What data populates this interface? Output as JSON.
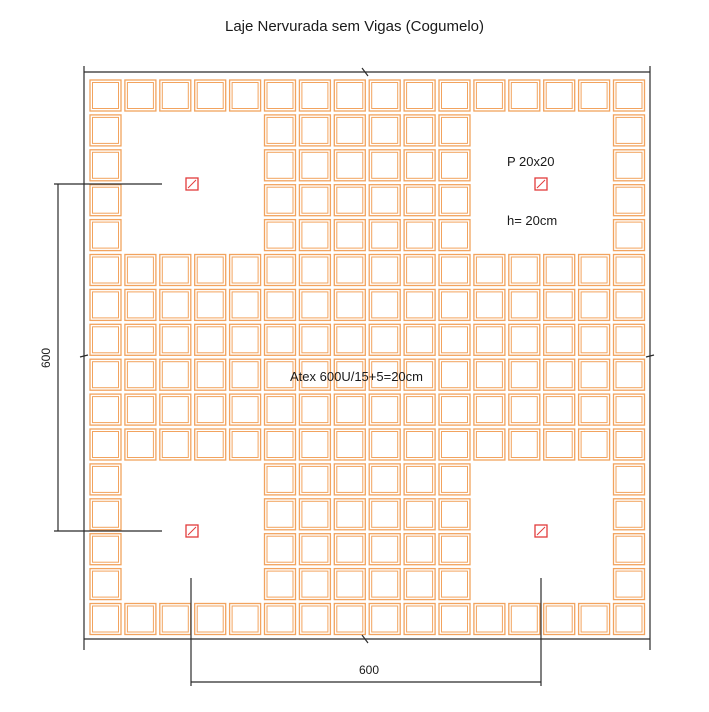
{
  "title": "Laje Nervurada sem Vigas (Cogumelo)",
  "labels": {
    "pillar": "P 20x20",
    "height": "h= 20cm",
    "slab_spec": "Atex 600U/15+5=20cm"
  },
  "dimensions": {
    "vertical": "600",
    "horizontal": "600"
  },
  "grid": {
    "columns": 16,
    "rows": 16,
    "solid_zones": [
      {
        "name": "top-left",
        "cols": [
          1,
          4
        ],
        "rows": [
          1,
          4
        ]
      },
      {
        "name": "top-right",
        "cols": [
          11,
          14
        ],
        "rows": [
          1,
          4
        ]
      },
      {
        "name": "bottom-left",
        "cols": [
          1,
          4
        ],
        "rows": [
          11,
          14
        ]
      },
      {
        "name": "bottom-right",
        "cols": [
          11,
          14
        ],
        "rows": [
          11,
          14
        ]
      }
    ]
  },
  "colors": {
    "grid": "#f2a35e",
    "pillar": "#e23b3b",
    "lines": "#2b2b2b"
  }
}
